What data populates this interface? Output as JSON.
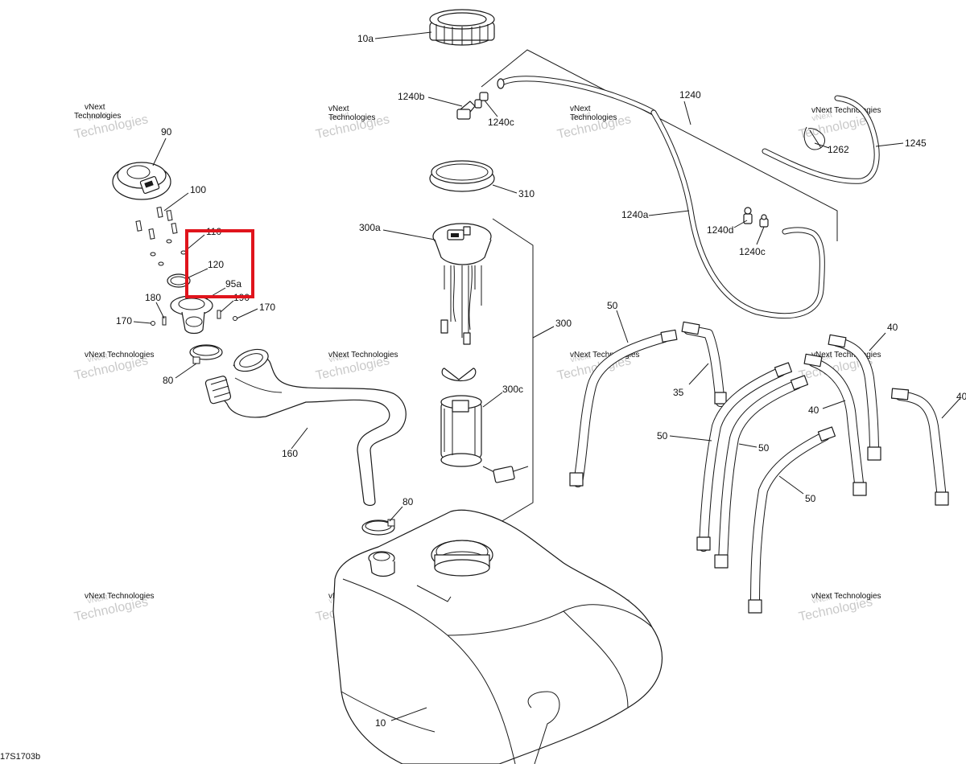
{
  "diagram_id": "17S1703b",
  "watermark": {
    "line1": "vNext",
    "line2": "Technologies",
    "line3": "vNext Technologies"
  },
  "highlight_color": "#e0141c",
  "callouts": {
    "p10a": "10a",
    "p1240b": "1240b",
    "p1240c_top": "1240c",
    "p1240": "1240",
    "p1245": "1245",
    "p1262": "1262",
    "p90": "90",
    "p100": "100",
    "p110": "110",
    "p120": "120",
    "p95a": "95a",
    "p180": "180",
    "p190": "190",
    "p170_left": "170",
    "p170_right": "170",
    "p80_top": "80",
    "p310": "310",
    "p300a": "300a",
    "p1240a": "1240a",
    "p1240d": "1240d",
    "p1240c_bottom": "1240c",
    "p300": "300",
    "p300c": "300c",
    "p160": "160",
    "p50_a": "50",
    "p35": "35",
    "p40_a": "40",
    "p40_b": "40",
    "p40_c": "40",
    "p50_b": "50",
    "p50_c": "50",
    "p50_d": "50",
    "p80_bottom": "80",
    "p10": "10"
  }
}
